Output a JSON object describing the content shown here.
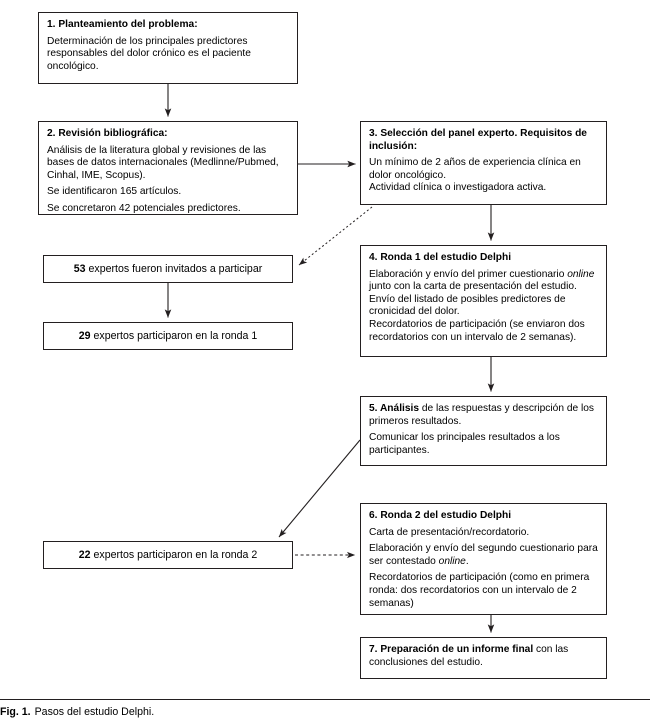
{
  "figure": {
    "caption_label": "Fig. 1.",
    "caption_text": "Pasos del estudio Delphi."
  },
  "style": {
    "line_color": "#231f20",
    "box_border": "#231f20",
    "background": "#ffffff"
  },
  "nodes": {
    "n1": {
      "heading": "1. Planteamiento del problema:",
      "body": "Determinación de los principales predictores responsables del dolor crónico es el paciente oncológico."
    },
    "n2": {
      "heading": "2. Revisión bibliográfica:",
      "line1": "Análisis de la literatura global y revisiones de las bases de datos internacionales (Medlinne/Pubmed, Cinhal, IME, Scopus).",
      "line2": "Se identificaron 165 artículos.",
      "line3": "Se concretaron 42 potenciales predictores."
    },
    "n3": {
      "heading": "3. Selección del panel experto. Requisitos de inclusión:",
      "line1": "Un mínimo de 2 años de experiencia clínica en dolor oncológico.",
      "line2": "Actividad clínica o investigadora activa."
    },
    "n4": {
      "heading": "4. Ronda 1 del estudio Delphi",
      "line1_a": "Elaboración y envío del primer cuestionario ",
      "line1_em": "online",
      "line1_b": " junto con la carta de presentación del estudio.",
      "line2": "Envío del listado de posibles predictores de cronicidad del dolor.",
      "line3": "Recordatorios de participación (se enviaron dos recordatorios con un intervalo de 2 semanas)."
    },
    "n5": {
      "heading": "5. Análisis",
      "heading_rest": " de las respuestas y descripción de los primeros resultados.",
      "line2": "Comunicar los principales resultados a los participantes."
    },
    "n6": {
      "heading": "6. Ronda 2 del estudio Delphi",
      "line1": "Carta de presentación/recordatorio.",
      "line2_a": "Elaboración y envío del segundo cuestionario para ser contestado ",
      "line2_em": "online",
      "line2_b": ".",
      "line3": "Recordatorios de participación (como en primera ronda: dos recordatorios con un intervalo de 2 semanas)"
    },
    "n7": {
      "heading": "7. Preparación de un informe final",
      "heading_rest": " con las conclusiones del estudio."
    }
  },
  "counts": {
    "invited": {
      "number": "53",
      "text": "expertos fueron invitados a participar"
    },
    "round1": {
      "number": "29",
      "text": "expertos participaron en la ronda 1"
    },
    "round2": {
      "number": "22",
      "text": "expertos participaron en la ronda 2"
    }
  },
  "connectors": [
    {
      "name": "n1-to-n2",
      "style": "solid",
      "from": "n1",
      "to": "n2"
    },
    {
      "name": "n2-to-n3",
      "style": "solid",
      "from": "n2",
      "to": "n3"
    },
    {
      "name": "n3-to-invited",
      "style": "dotted",
      "from": "n3",
      "to": "count-53"
    },
    {
      "name": "n3-to-n4",
      "style": "solid",
      "from": "n3",
      "to": "n4"
    },
    {
      "name": "invited-to-round1",
      "style": "solid",
      "from": "count-53",
      "to": "count-29"
    },
    {
      "name": "n4-to-n5",
      "style": "solid",
      "from": "n4",
      "to": "n5"
    },
    {
      "name": "n5-to-round2",
      "style": "solid",
      "from": "n5",
      "to": "count-22"
    },
    {
      "name": "round2-to-n6",
      "style": "dashed",
      "from": "count-22",
      "to": "n6"
    },
    {
      "name": "n6-to-n7",
      "style": "solid",
      "from": "n6",
      "to": "n7"
    }
  ]
}
